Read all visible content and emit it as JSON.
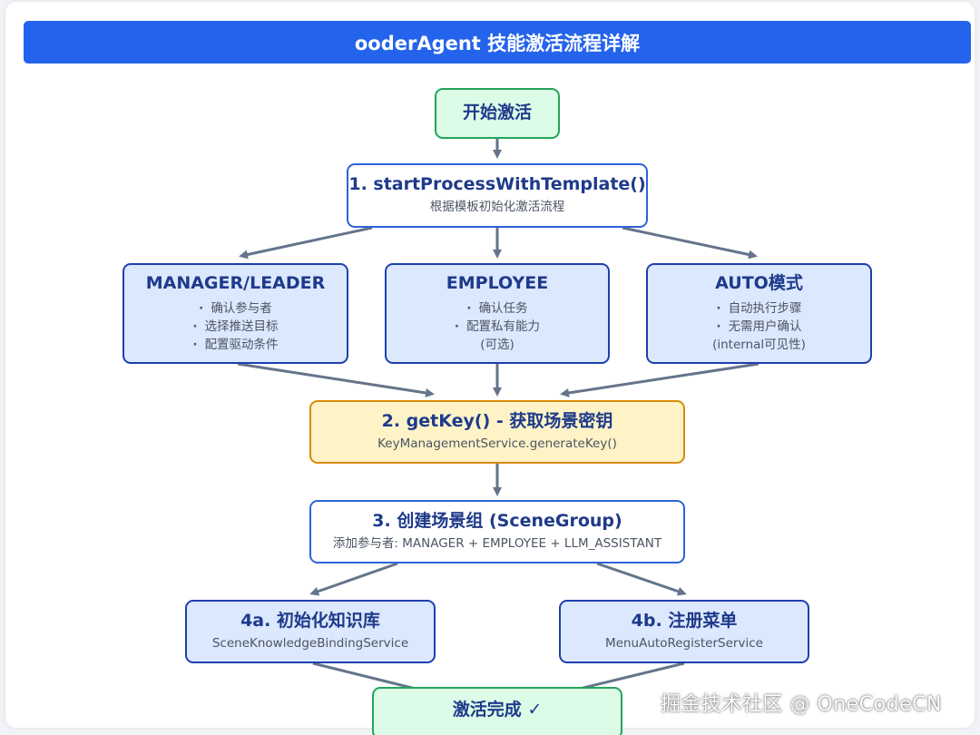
{
  "title": "ooderAgent 技能激活流程详解",
  "nodes": {
    "start": {
      "label": "开始激活"
    },
    "step1": {
      "label": "1. startProcessWithTemplate()",
      "sub": "根据模板初始化激活流程"
    },
    "manager": {
      "label": "MANAGER/LEADER",
      "items": [
        "确认参与者",
        "选择推送目标",
        "配置驱动条件"
      ]
    },
    "employee": {
      "label": "EMPLOYEE",
      "items": [
        "确认任务",
        "配置私有能力",
        "(可选)"
      ]
    },
    "auto": {
      "label": "AUTO模式",
      "items": [
        "自动执行步骤",
        "无需用户确认",
        "(internal可见性)"
      ]
    },
    "step2": {
      "label": "2. getKey() - 获取场景密钥",
      "sub": "KeyManagementService.generateKey()"
    },
    "step3": {
      "label": "3. 创建场景组 (SceneGroup)",
      "sub": "添加参与者: MANAGER + EMPLOYEE + LLM_ASSISTANT"
    },
    "step4a": {
      "label": "4a. 初始化知识库",
      "sub": "SceneKnowledgeBindingService"
    },
    "step4b": {
      "label": "4b. 注册菜单",
      "sub": "MenuAutoRegisterService"
    },
    "done": {
      "label": "激活完成 ✓"
    }
  },
  "watermark": "掘金技术社区 @ OneCodeCN",
  "colors": {
    "title_bar": "#2463eb",
    "start_end_fill": "#dcfce7",
    "start_end_border": "#22a559",
    "step_border": "#2d63d8",
    "role_fill": "#dbe8fd",
    "role_border": "#1e40af",
    "key_fill": "#fdf3c7",
    "key_border": "#db8a0a",
    "arrow": "#64748b"
  }
}
